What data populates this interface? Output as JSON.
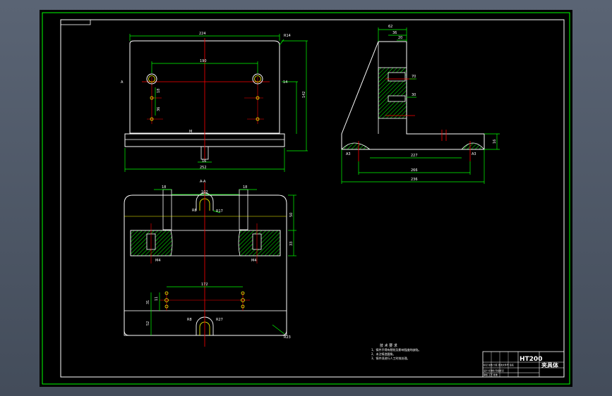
{
  "colors": {
    "background": "#4a5463",
    "sheet": "#000000",
    "frame": "#00ff00",
    "outline": "#ffffff",
    "centerline": "#ff0000",
    "dimension": "#00ff00",
    "hatch": "#00ff00",
    "yellow": "#ffff00"
  },
  "front_view": {
    "dimensions": [
      "224",
      "R14",
      "190",
      "142",
      "14",
      "16",
      "36",
      "18",
      "252",
      "M",
      "A"
    ]
  },
  "side_view": {
    "dimensions": [
      "62",
      "36",
      "20",
      "70",
      "30",
      "227",
      "266",
      "236",
      "A3",
      "A3",
      "16"
    ]
  },
  "section_view": {
    "label": "A-A",
    "dimensions": [
      "18",
      "102",
      "18",
      "R8",
      "R17",
      "50",
      "33",
      "M4",
      "M4",
      "172",
      "31",
      "11",
      "R8",
      "R27",
      "52",
      "R23"
    ]
  },
  "notes": {
    "heading": "技 术 要 求",
    "items": [
      "1、铸件不得有裂纹及影响强度的缺陷。",
      "2、未注铸造圆角。",
      "3、铸件须进行人工时效处理。"
    ]
  },
  "title_block": {
    "material": "HT200",
    "part_name": "夹具体",
    "row1": "标记 处数 分区 更改文件号 签名",
    "row2": "设计 标准化 阶段标记",
    "row3": "审核 工艺 批准"
  },
  "icons": [
    "cad-drawing"
  ]
}
